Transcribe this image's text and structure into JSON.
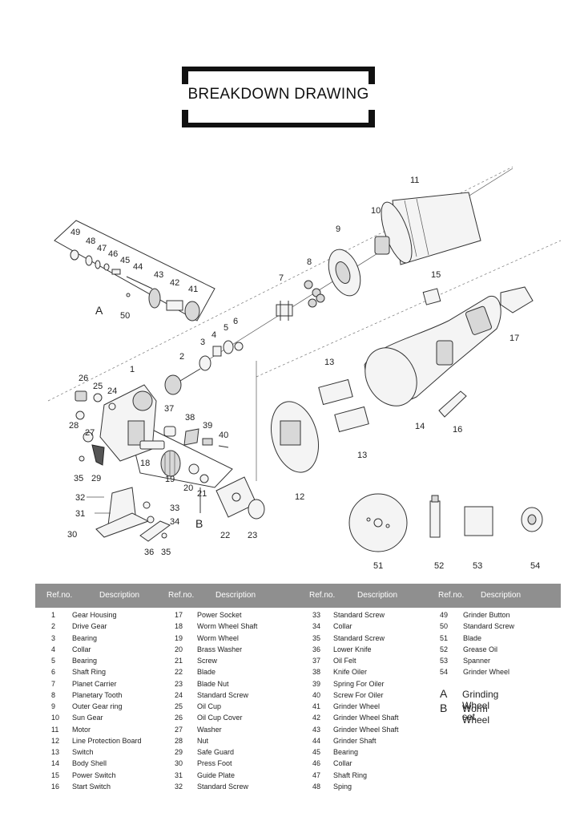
{
  "title": "BREAKDOWN DRAWING",
  "callouts": {
    "c1": "1",
    "c2": "2",
    "c3": "3",
    "c4": "4",
    "c5": "5",
    "c6": "6",
    "c7": "7",
    "c8": "8",
    "c9": "9",
    "c10": "10",
    "c11": "11",
    "c12": "12",
    "c13a": "13",
    "c13b": "13",
    "c14": "14",
    "c15": "15",
    "c16": "16",
    "c17": "17",
    "c18": "18",
    "c19": "19",
    "c20": "20",
    "c21": "21",
    "c22": "22",
    "c23": "23",
    "c24": "24",
    "c25": "25",
    "c26": "26",
    "c27": "27",
    "c28": "28",
    "c29": "29",
    "c31": "31",
    "c32": "32",
    "c30": "30",
    "c33": "33",
    "c34": "34",
    "c35a": "35",
    "c35b": "35",
    "c36": "36",
    "c37": "37",
    "c38": "38",
    "c39": "39",
    "c40": "40",
    "c41": "41",
    "c42": "42",
    "c43": "43",
    "c44": "44",
    "c45": "45",
    "c46": "46",
    "c47": "47",
    "c48": "48",
    "c49": "49",
    "c50": "50",
    "c51": "51",
    "c52": "52",
    "c53": "53",
    "c54": "54",
    "groupA": "A",
    "groupB": "B"
  },
  "table": {
    "headers": {
      "ref1": "Ref.no.",
      "desc1": "Description",
      "ref2": "Ref.no.",
      "desc2": "Description",
      "ref3": "Ref.no.",
      "desc3": "Description",
      "ref4": "Ref.no.",
      "desc4": "Description"
    },
    "col1": [
      {
        "n": "1",
        "d": "Gear Housing"
      },
      {
        "n": "2",
        "d": "Drive Gear"
      },
      {
        "n": "3",
        "d": "Bearing"
      },
      {
        "n": "4",
        "d": "Collar"
      },
      {
        "n": "5",
        "d": "Bearing"
      },
      {
        "n": "6",
        "d": "Shaft Ring"
      },
      {
        "n": "7",
        "d": "Planet Carrier"
      },
      {
        "n": "8",
        "d": "Planetary Tooth"
      },
      {
        "n": "9",
        "d": "Outer Gear ring"
      },
      {
        "n": "10",
        "d": "Sun Gear"
      },
      {
        "n": "11",
        "d": "Motor"
      },
      {
        "n": "12",
        "d": "Line Protection Board"
      },
      {
        "n": "13",
        "d": "Switch"
      },
      {
        "n": "14",
        "d": "Body Shell"
      },
      {
        "n": "15",
        "d": "Power Switch"
      },
      {
        "n": "16",
        "d": "Start Switch"
      }
    ],
    "col2": [
      {
        "n": "17",
        "d": "Power Socket"
      },
      {
        "n": "18",
        "d": "Worm Wheel Shaft"
      },
      {
        "n": "19",
        "d": "Worm Wheel"
      },
      {
        "n": "20",
        "d": "Brass Washer"
      },
      {
        "n": "21",
        "d": "Screw"
      },
      {
        "n": "22",
        "d": "Blade"
      },
      {
        "n": "23",
        "d": "Blade Nut"
      },
      {
        "n": "24",
        "d": "Standard Screw"
      },
      {
        "n": "25",
        "d": "Oil Cup"
      },
      {
        "n": "26",
        "d": "Oil Cup Cover"
      },
      {
        "n": "27",
        "d": "Washer"
      },
      {
        "n": "28",
        "d": "Nut"
      },
      {
        "n": "29",
        "d": "Safe Guard"
      },
      {
        "n": "30",
        "d": "Press Foot"
      },
      {
        "n": "31",
        "d": "Guide Plate"
      },
      {
        "n": "32",
        "d": "Standard Screw"
      }
    ],
    "col3": [
      {
        "n": "33",
        "d": "Standard Screw"
      },
      {
        "n": "34",
        "d": "Collar"
      },
      {
        "n": "35",
        "d": "Standard Screw"
      },
      {
        "n": "36",
        "d": "Lower Knife"
      },
      {
        "n": "37",
        "d": "Oil Felt"
      },
      {
        "n": "38",
        "d": "Knife Oiler"
      },
      {
        "n": "39",
        "d": "Spring For Oiler"
      },
      {
        "n": "40",
        "d": "Screw For Oiler"
      },
      {
        "n": "41",
        "d": "Grinder Wheel"
      },
      {
        "n": "42",
        "d": "Grinder Wheel Shaft"
      },
      {
        "n": "43",
        "d": "Grinder Wheel Shaft"
      },
      {
        "n": "44",
        "d": "Grinder Shaft"
      },
      {
        "n": "45",
        "d": "Bearing"
      },
      {
        "n": "46",
        "d": "Collar"
      },
      {
        "n": "47",
        "d": "Shaft Ring"
      },
      {
        "n": "48",
        "d": "Sping"
      }
    ],
    "col4": [
      {
        "n": "49",
        "d": "Grinder Button"
      },
      {
        "n": "50",
        "d": "Standard Screw"
      },
      {
        "n": "51",
        "d": "Blade"
      },
      {
        "n": "52",
        "d": "Grease Oil"
      },
      {
        "n": "53",
        "d": "Spanner"
      },
      {
        "n": "54",
        "d": "Grinder Wheel"
      }
    ],
    "legend": [
      {
        "k": "A",
        "v": "Grinding Wheel set"
      },
      {
        "k": "B",
        "v": "Worm Wheel"
      }
    ]
  }
}
